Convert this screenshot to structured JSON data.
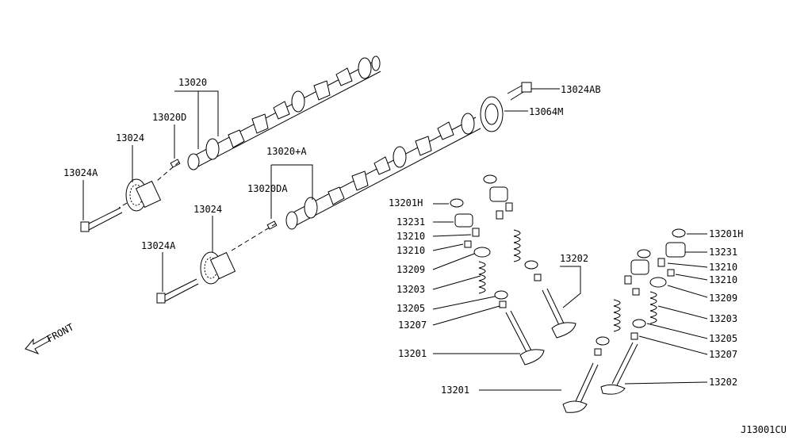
{
  "diagram_code": "J13001CU",
  "front_label": "FRONT",
  "callouts": {
    "camshaft_intake": "13020",
    "dowel_intake": "13020D",
    "sprocket_upper": "13024",
    "bolt_upper": "13024A",
    "camshaft_exhaust": "13020+A",
    "dowel_exhaust": "13020DA",
    "sprocket_lower": "13024",
    "bolt_lower": "13024A",
    "bolt_vtc": "13024AB",
    "vtc_sprocket": "13064M",
    "shim_left": "13201H",
    "lifter_left": "13231",
    "collet_left_a": "13210",
    "collet_left_b": "13210",
    "retainer_left": "13209",
    "spring_left": "13203",
    "seat_left": "13205",
    "seal_left": "13207",
    "valve_intake_left": "13201",
    "valve_exhaust_mid": "13202",
    "valve_intake_bottom": "13201",
    "shim_right": "13201H",
    "lifter_right": "13231",
    "collet_right_a": "13210",
    "collet_right_b": "13210",
    "retainer_right": "13209",
    "spring_right": "13203",
    "seat_right": "13205",
    "seal_right": "13207",
    "valve_exhaust_right": "13202"
  }
}
